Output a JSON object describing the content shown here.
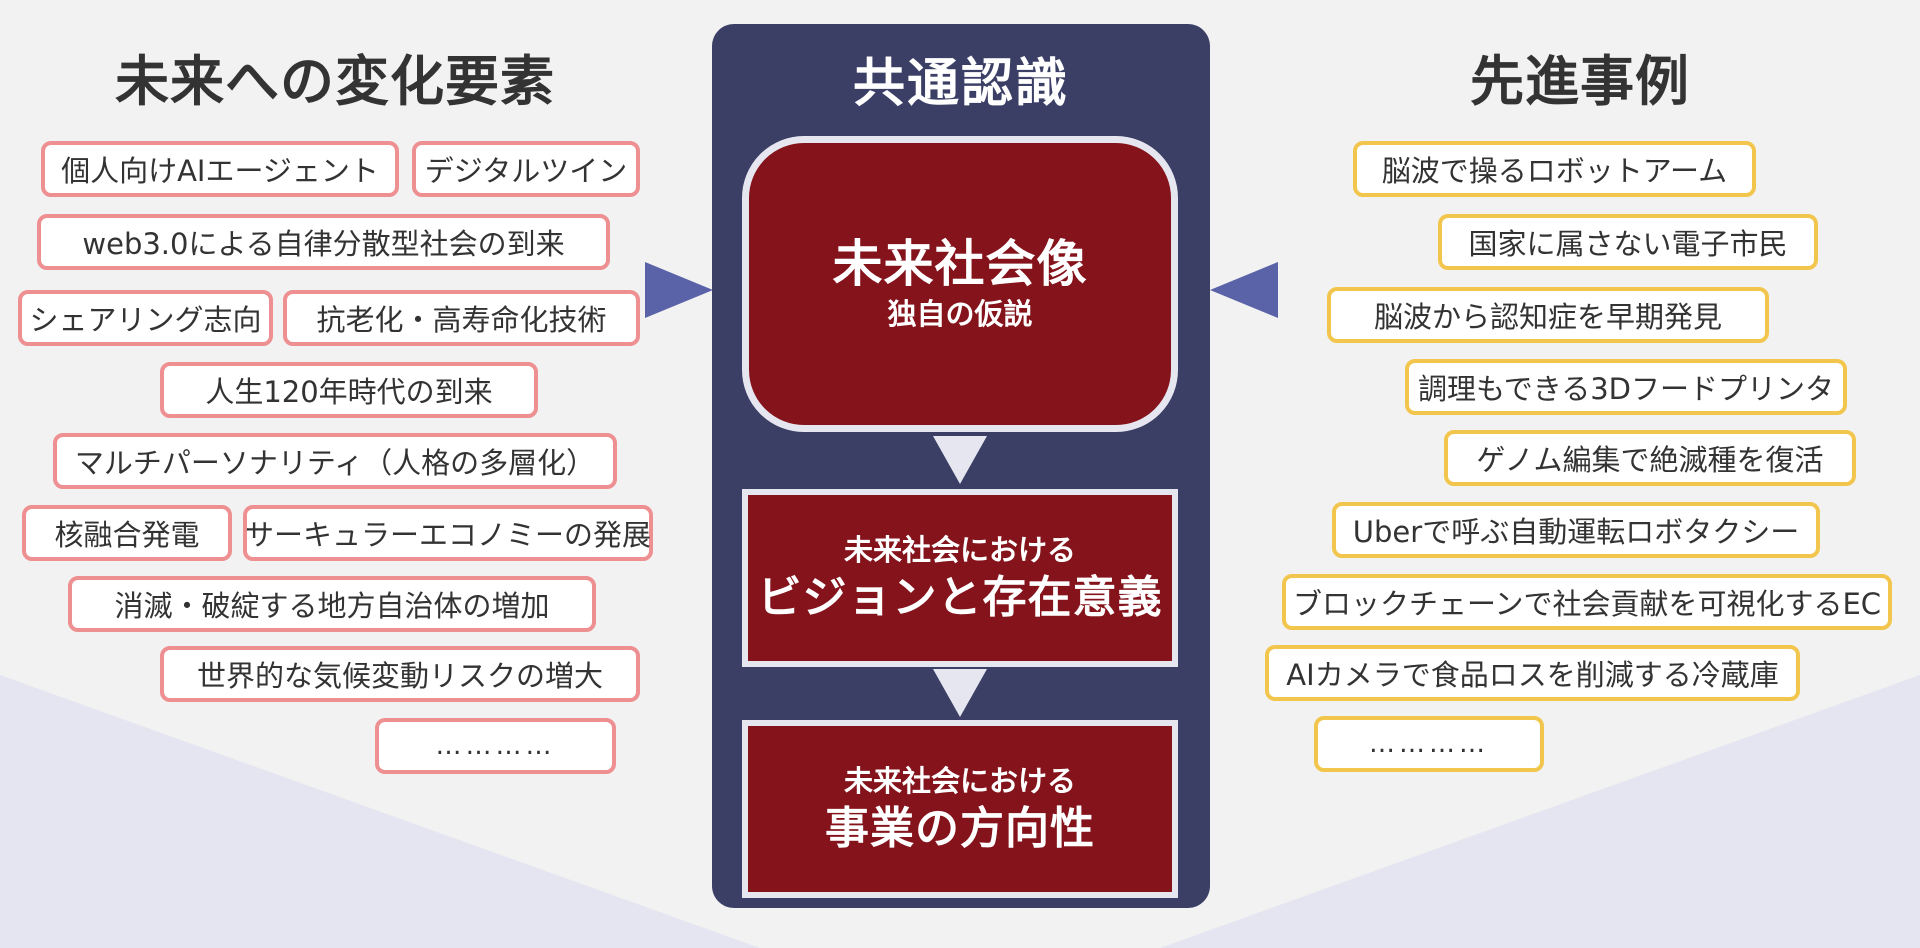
{
  "left": {
    "heading": "未来への変化要素",
    "items": [
      "個人向けAIエージェント",
      "デジタルツイン",
      "web3.0による自律分散型社会の到来",
      "シェアリング志向",
      "抗老化・高寿命化技術",
      "人生120年時代の到来",
      "マルチパーソナリティ（人格の多層化）",
      "核融合発電",
      "サーキュラーエコノミーの発展",
      "消滅・破綻する地方自治体の増加",
      "世界的な気候変動リスクの増大",
      "…………"
    ]
  },
  "center": {
    "heading": "共通認識",
    "main_box": {
      "title": "未来社会像",
      "subtitle": "独自の仮説"
    },
    "vision_box": {
      "prefix": "未来社会における",
      "title": "ビジョンと存在意義"
    },
    "business_box": {
      "prefix": "未来社会における",
      "title": "事業の方向性"
    }
  },
  "right": {
    "heading": "先進事例",
    "items": [
      "脳波で操るロボットアーム",
      "国家に属さない電子市民",
      "脳波から認知症を早期発見",
      "調理もできる3Dフードプリンタ",
      "ゲノム編集で絶滅種を復活",
      "Uberで呼ぶ自動運転ロボタクシー",
      "ブロックチェーンで社会貢献を可視化するEC",
      "AIカメラで食品ロスを削減する冷蔵庫",
      "…………"
    ]
  },
  "colors": {
    "panel": "#3b3f66",
    "box": "#84131b",
    "arrow": "#5a62a8",
    "pink_border": "#ee8f91",
    "gold_border": "#f2c64d"
  }
}
